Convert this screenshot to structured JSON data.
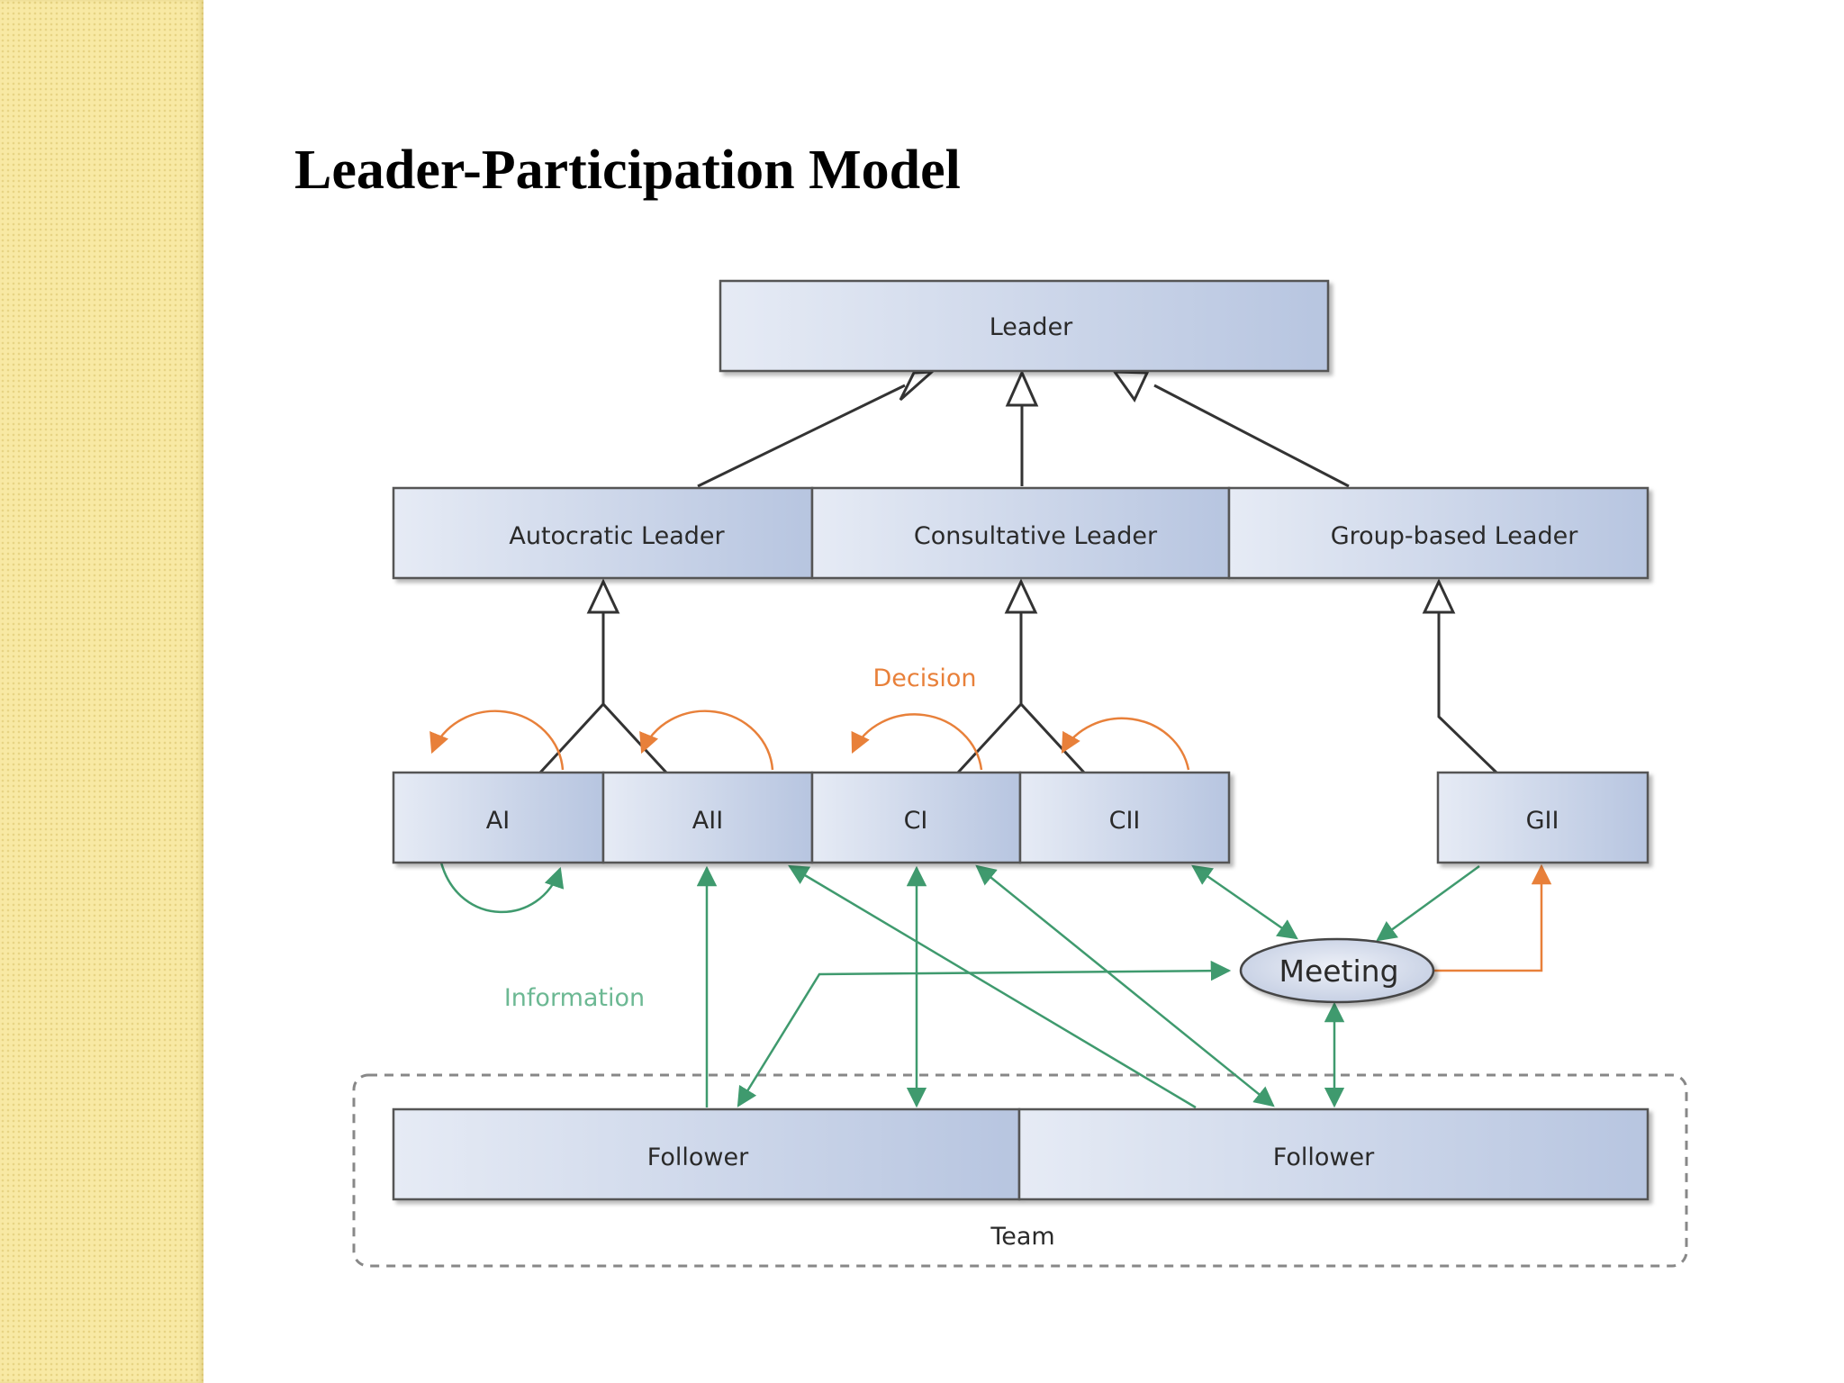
{
  "title": "Leader-Participation Model",
  "colors": {
    "decision": "#e8803a",
    "information": "#3f9a6e",
    "box_border": "#555555"
  },
  "diagram": {
    "leader": "Leader",
    "styles": {
      "autocratic": "Autocratic Leader",
      "consultative": "Consultative Leader",
      "group": "Group-based Leader"
    },
    "decisions": {
      "ai": "AI",
      "aii": "AII",
      "ci": "CI",
      "cii": "CII",
      "gii": "GII"
    },
    "decision_label": "Decision",
    "information_label": "Information",
    "meeting": "Meeting",
    "followers": [
      "Follower",
      "Follower"
    ],
    "team": "Team"
  }
}
